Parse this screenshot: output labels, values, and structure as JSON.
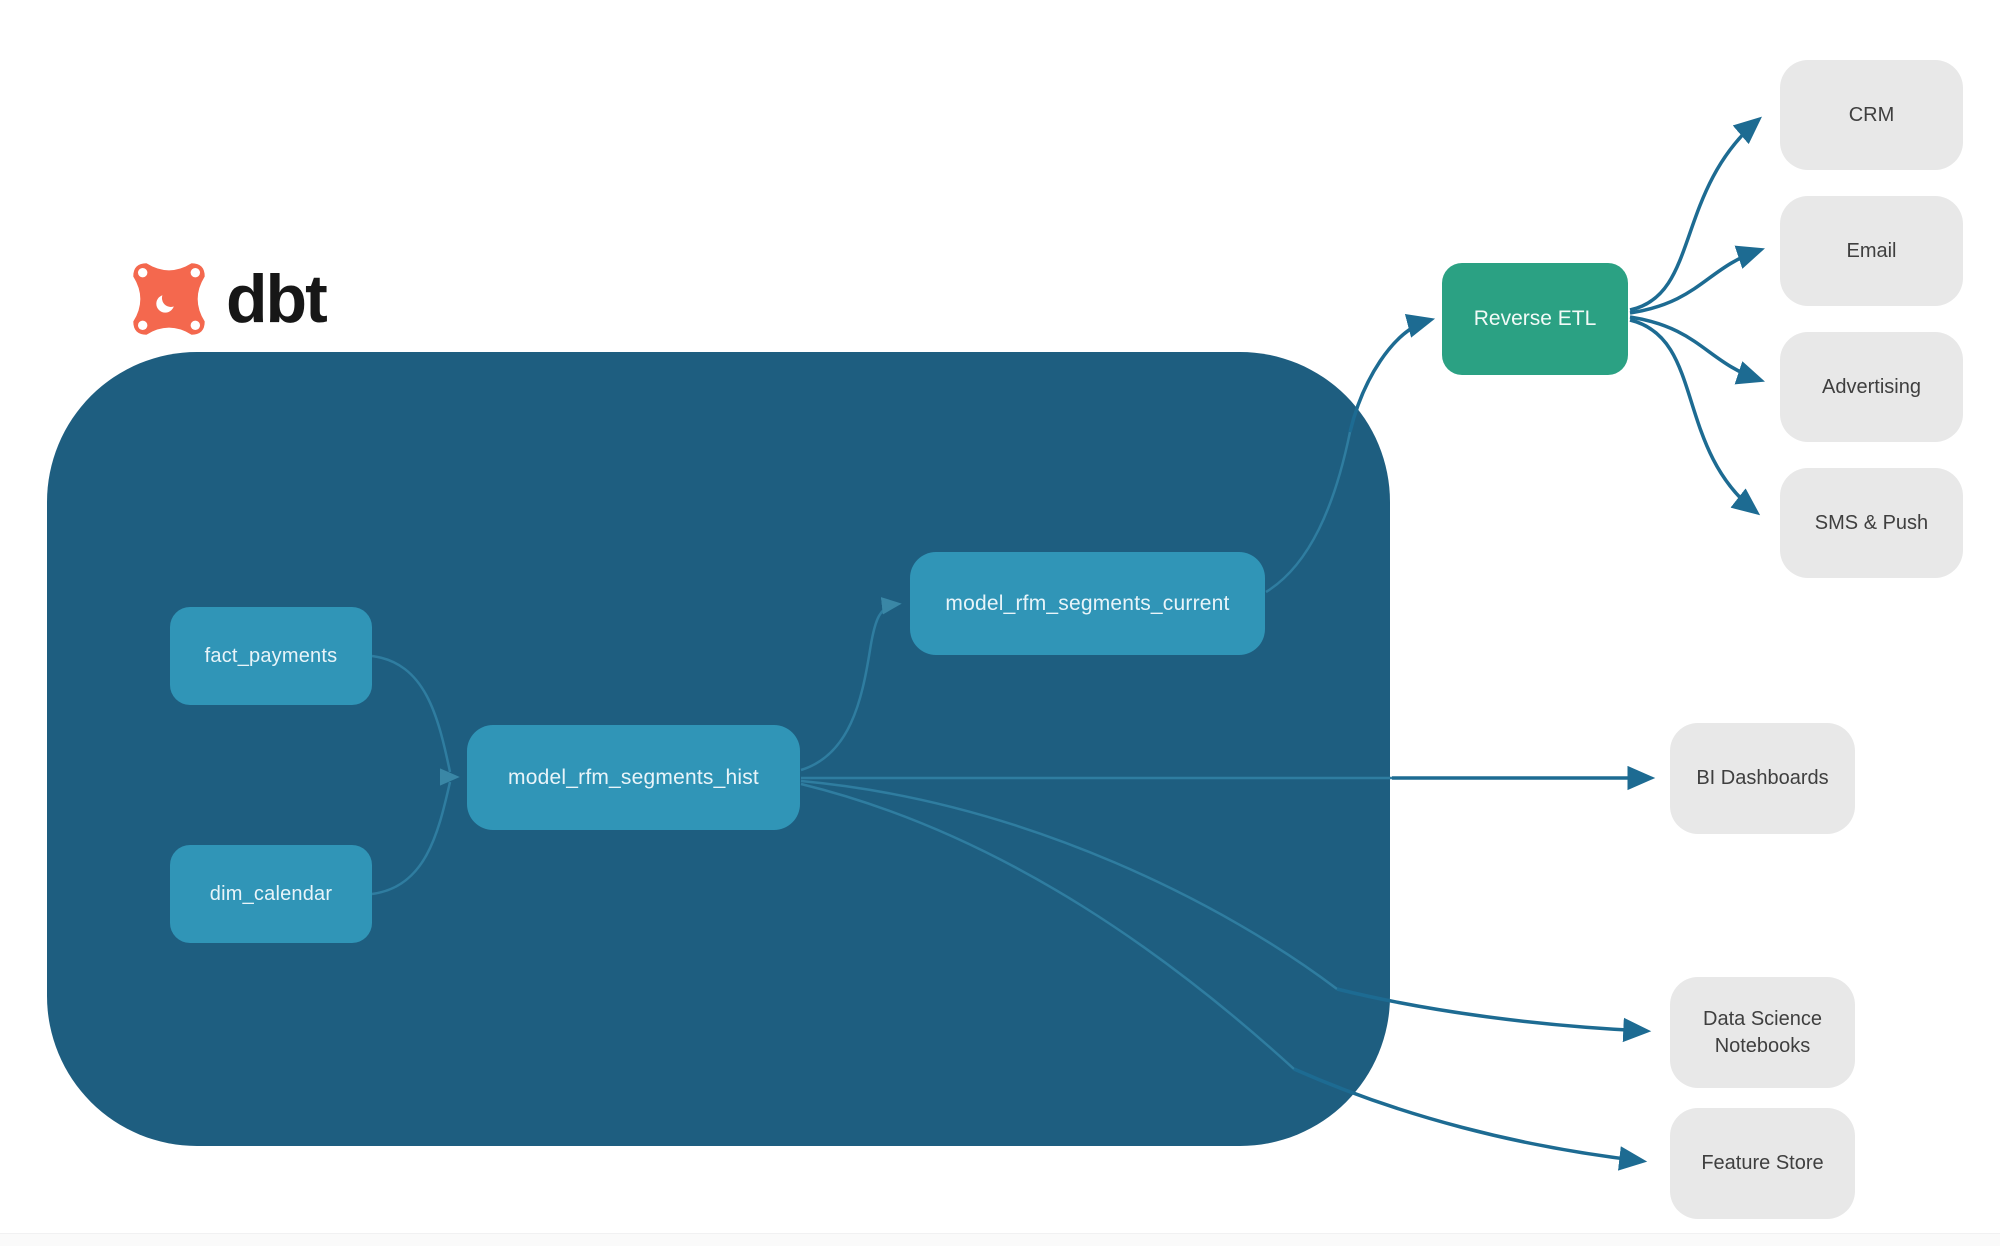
{
  "logo": {
    "brand": "dbt",
    "icon": "dbt-star-icon",
    "icon_color": "#f4684e",
    "text_color": "#171717"
  },
  "colors": {
    "warehouse_container": "#1e5e80",
    "model_node": "#3095b7",
    "reverse_etl": "#2ba183",
    "destination_box": "#e8e8e8",
    "edge_inner": "#2f7da0",
    "edge_outer": "#1d6b92",
    "node_text": "#e8f4f9",
    "destination_text": "#3f3f3f"
  },
  "nodes": {
    "fact_payments": {
      "label": "fact_payments"
    },
    "dim_calendar": {
      "label": "dim_calendar"
    },
    "model_rfm_segments_hist": {
      "label": "model_rfm_segments_hist"
    },
    "model_rfm_segments_current": {
      "label": "model_rfm_segments_current"
    },
    "reverse_etl": {
      "label": "Reverse ETL"
    },
    "crm": {
      "label": "CRM"
    },
    "email": {
      "label": "Email"
    },
    "advertising": {
      "label": "Advertising"
    },
    "sms_push": {
      "label": "SMS & Push"
    },
    "bi_dashboards": {
      "label": "BI Dashboards"
    },
    "data_science_notebooks": {
      "label": "Data Science Notebooks"
    },
    "feature_store": {
      "label": "Feature Store"
    }
  },
  "edges": [
    {
      "from": "fact_payments",
      "to": "model_rfm_segments_hist"
    },
    {
      "from": "dim_calendar",
      "to": "model_rfm_segments_hist"
    },
    {
      "from": "model_rfm_segments_hist",
      "to": "model_rfm_segments_current"
    },
    {
      "from": "model_rfm_segments_current",
      "to": "reverse_etl"
    },
    {
      "from": "reverse_etl",
      "to": "crm"
    },
    {
      "from": "reverse_etl",
      "to": "email"
    },
    {
      "from": "reverse_etl",
      "to": "advertising"
    },
    {
      "from": "reverse_etl",
      "to": "sms_push"
    },
    {
      "from": "model_rfm_segments_hist",
      "to": "bi_dashboards"
    },
    {
      "from": "model_rfm_segments_hist",
      "to": "data_science_notebooks"
    },
    {
      "from": "model_rfm_segments_hist",
      "to": "feature_store"
    }
  ]
}
